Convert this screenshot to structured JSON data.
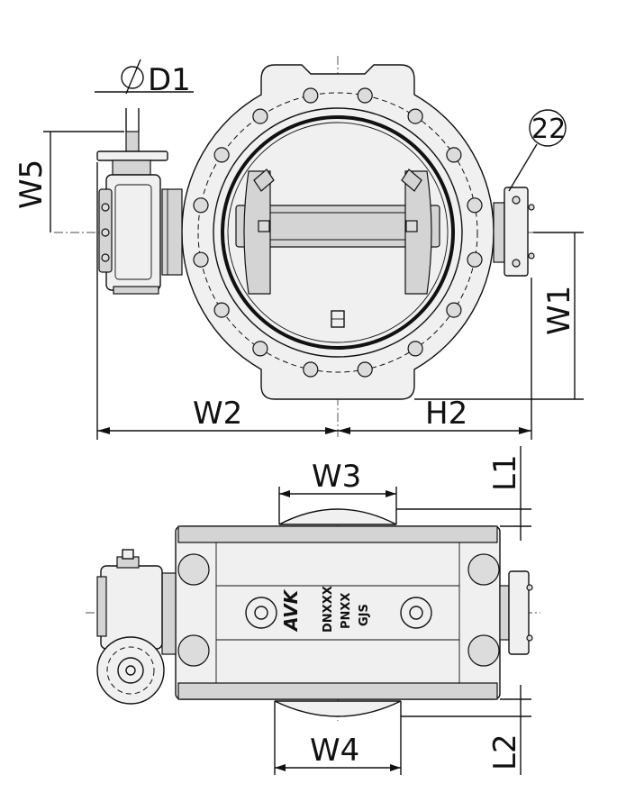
{
  "labels": {
    "d1": "D1",
    "w5": "W5",
    "ref": "22",
    "w1": "W1",
    "w2": "W2",
    "h2": "H2",
    "w3": "W3",
    "l1": "L1",
    "w4": "W4",
    "l2": "L2"
  },
  "body_marking": {
    "logo": "AVK",
    "line1": "DNXXX",
    "line2": "PNXX",
    "line3": "GJS"
  }
}
